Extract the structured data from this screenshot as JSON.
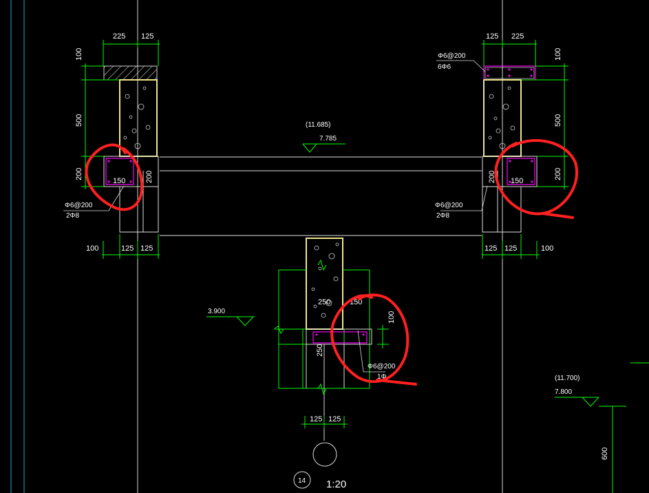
{
  "colors": {
    "background": "#000000",
    "grid_line": "#00bcd4",
    "dimension": "#00ff00",
    "concrete_outline": "#f0e68c",
    "rebar": "#ff00ff",
    "annotation_circle": "#ff2020",
    "text": "#ffffff"
  },
  "dims": {
    "tl_top_left": "225",
    "tl_top_right": "125",
    "tr_top_left": "125",
    "tr_top_right": "225",
    "left_v_100": "100",
    "left_v_500": "500",
    "left_v_200": "200",
    "right_v_100": "100",
    "right_v_500": "500",
    "right_v_200": "200",
    "bl_100": "100",
    "bl_125a": "125",
    "bl_125b": "125",
    "br_125a": "125",
    "br_125b": "125",
    "br_100": "100",
    "c_bottom_125a": "125",
    "c_bottom_125b": "125",
    "c_250_upper": "250",
    "c_250_side": "250",
    "c_150": "150",
    "c_100": "100",
    "left_150": "150",
    "left_200": "200",
    "right_150": "150",
    "right_200": "200",
    "right_600": "600"
  },
  "labels": {
    "left_rebar_1": "Φ6@200",
    "left_rebar_2": "2Φ8",
    "right_rebar_1": "Φ6@200",
    "right_rebar_2": "2Φ8",
    "top_right_rebar_1": "Φ6@200",
    "top_right_rebar_2": "6Φ6",
    "center_rebar_1": "Φ6@200",
    "center_rebar_2": "1Φ"
  },
  "elevations": {
    "top_center_paren": "(11.685)",
    "top_center_val": "7.785",
    "mid_left_val": "3.900",
    "right_paren": "(11.700)",
    "right_val": "7.800"
  },
  "footer": {
    "detail_number": "14",
    "scale": "1:20"
  }
}
